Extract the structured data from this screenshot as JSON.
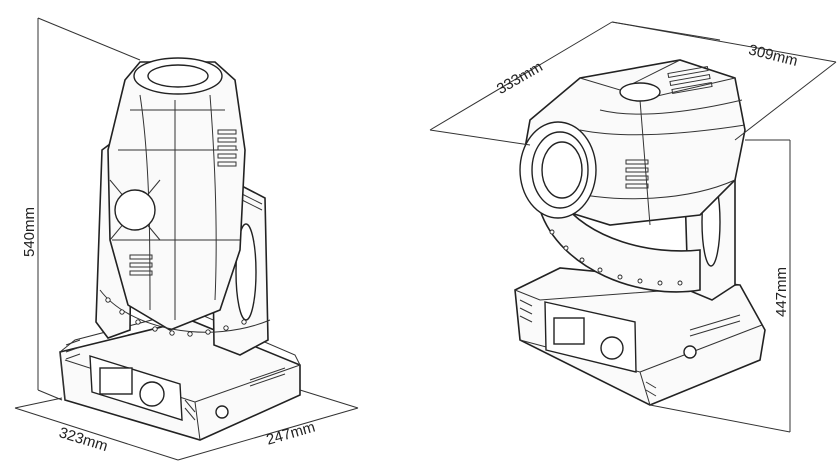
{
  "figure": {
    "left_view": {
      "height_label": "540mm",
      "width_label": "323mm",
      "depth_label": "247mm"
    },
    "right_view": {
      "width_label": "333mm",
      "depth_label": "309mm",
      "height_label": "447mm"
    }
  },
  "colors": {
    "line": "#222222",
    "background": "#ffffff"
  }
}
